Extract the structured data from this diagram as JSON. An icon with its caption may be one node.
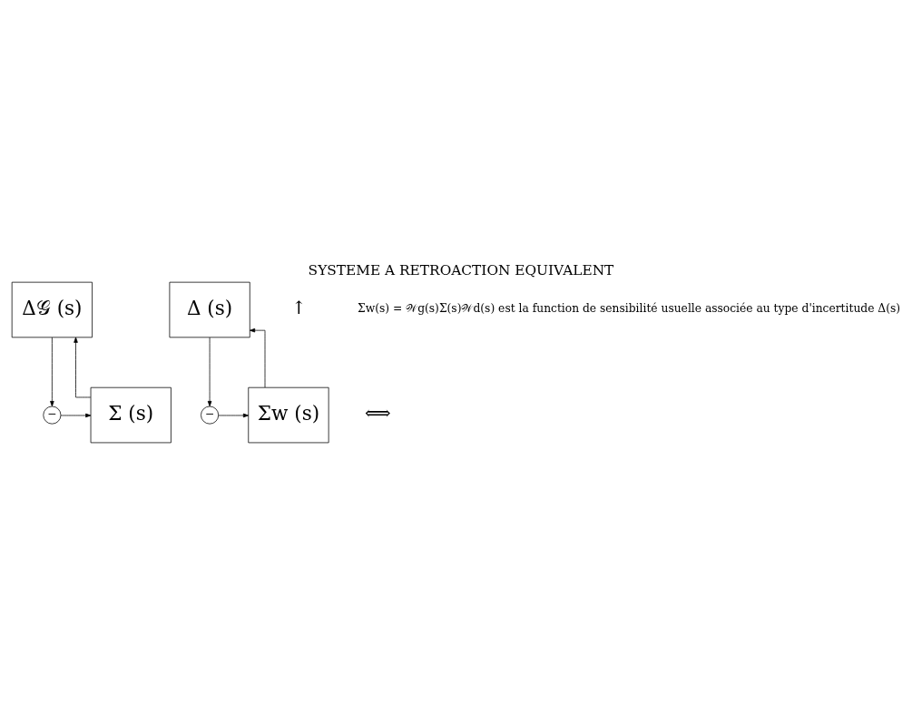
{
  "diagram": {
    "title": "SYSTEME A RETROACTION EQUIVALENT",
    "nodes": [
      {
        "text": [
          "Δ𝒢 (s)"
        ]
      },
      {
        "text": [
          "Σ (s)"
        ]
      },
      {
        "text": [
          "−"
        ]
      },
      {
        "text": [
          "Δ (s)"
        ]
      },
      {
        "text": [
          "−"
        ]
      },
      {
        "text": [
          "Σw (s)"
        ]
      }
    ],
    "edges": [
      {
        "from": 0,
        "to": 2,
        "arrow": "to"
      },
      {
        "from": 2,
        "to": 1,
        "arrow": "to"
      },
      {
        "from": 1,
        "to": 0,
        "arrow": "to"
      },
      {
        "from": 3,
        "to": 4,
        "arrow": "to"
      },
      {
        "from": 4,
        "to": 5,
        "arrow": "to"
      },
      {
        "from": 5,
        "to": 3,
        "arrow": "to"
      }
    ],
    "labels": [
      "⟺",
      "↑"
    ],
    "caption": "Σw(s) = 𝒲g(s)Σ(s)𝒲d(s) est la function de sensibilité usuelle associée au type d'incertitude Δ(s)"
  }
}
